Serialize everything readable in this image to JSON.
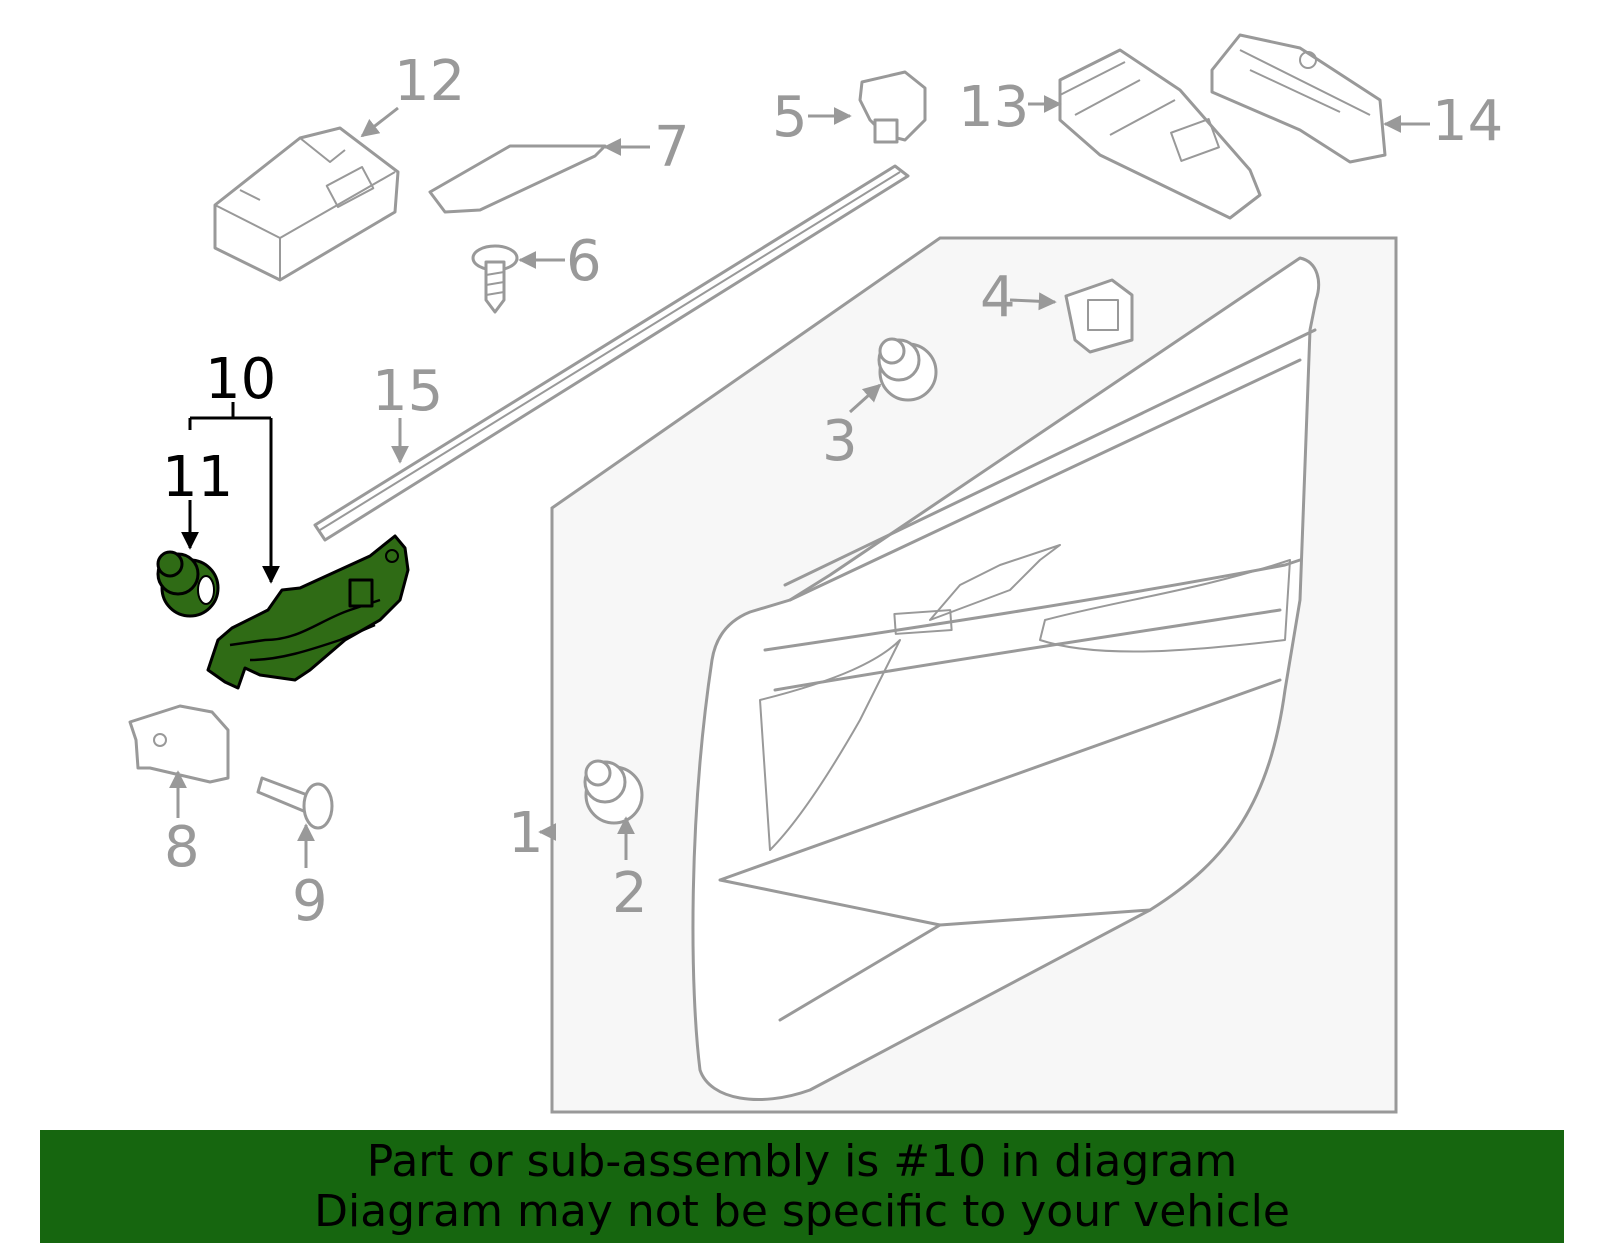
{
  "callouts": {
    "c1": "1",
    "c2": "2",
    "c3": "3",
    "c4": "4",
    "c5": "5",
    "c6": "6",
    "c7": "7",
    "c8": "8",
    "c9": "9",
    "c10": "10",
    "c11": "11",
    "c12": "12",
    "c13": "13",
    "c14": "14",
    "c15": "15"
  },
  "highlighted_parts": [
    "10",
    "11"
  ],
  "colors": {
    "highlight_fill": "#2f6b15",
    "banner_bg": "#16660f",
    "line_gray": "#999999",
    "panel_bg": "#f7f7f7"
  },
  "banner": {
    "line1": "Part or sub-assembly is #10 in diagram",
    "line2": "Diagram may not be specific to your vehicle"
  }
}
